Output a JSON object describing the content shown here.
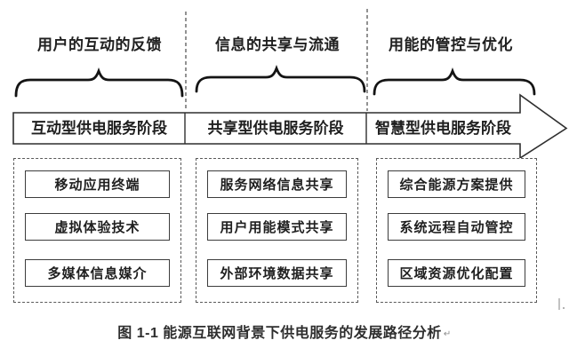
{
  "figure": {
    "annotations": [
      "用户的互动的反馈",
      "信息的共享与流通",
      "用能的管控与优化"
    ],
    "stages": [
      {
        "label": "互动型供电服务阶段",
        "items": [
          "移动应用终端",
          "虚拟体验技术",
          "多媒体信息媒介"
        ]
      },
      {
        "label": "共享型供电服务阶段",
        "items": [
          "服务网络信息共享",
          "用户用能模式共享",
          "外部环境数据共享"
        ]
      },
      {
        "label": "智慧型供电服务阶段",
        "items": [
          "综合能源方案提供",
          "系统远程自动管控",
          "区域资源优化配置"
        ]
      }
    ],
    "caption": "图 1-1 能源互联网背景下供电服务的发展路径分析",
    "paragraph_mark": "↵",
    "colors": {
      "ink": "#1f1f1f",
      "arrow_line": "#2f2f2f",
      "dashed_line": "#5a5a5a",
      "background": "#ffffff"
    }
  }
}
